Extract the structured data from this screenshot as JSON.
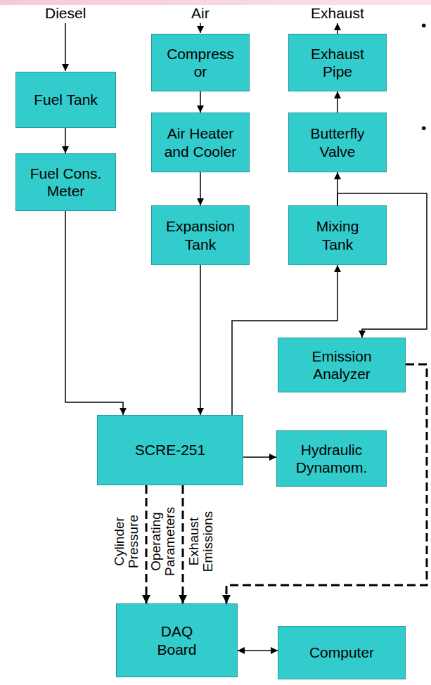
{
  "diagram": {
    "nodes": [
      {
        "text": [
          "Fuel Tank"
        ]
      },
      {
        "text": [
          "Fuel Cons. Meter"
        ]
      },
      {
        "text": [
          "Compress or"
        ]
      },
      {
        "text": [
          "Air Heater and Cooler"
        ]
      },
      {
        "text": [
          "Expansion Tank"
        ]
      },
      {
        "text": [
          "Exhaust Pipe"
        ]
      },
      {
        "text": [
          "Butterfly Valve"
        ]
      },
      {
        "text": [
          "Mixing Tank"
        ]
      },
      {
        "text": [
          "Emission Analyzer"
        ]
      },
      {
        "text": [
          "SCRE-251"
        ]
      },
      {
        "text": [
          "Hydraulic Dynamom."
        ]
      },
      {
        "text": [
          "DAQ Board"
        ]
      },
      {
        "text": [
          "Computer"
        ]
      }
    ],
    "edges": [
      {
        "from": 0,
        "to": 1,
        "arrow": "to"
      },
      {
        "from": 1,
        "to": 9,
        "arrow": "to"
      },
      {
        "from": 2,
        "to": 3,
        "arrow": "to"
      },
      {
        "from": 3,
        "to": 4,
        "arrow": "to"
      },
      {
        "from": 4,
        "to": 9,
        "arrow": "to"
      },
      {
        "from": 9,
        "to": 7,
        "arrow": "to"
      },
      {
        "from": 7,
        "to": 6,
        "arrow": "to"
      },
      {
        "from": 7,
        "to": 8,
        "arrow": "to"
      },
      {
        "from": 6,
        "to": 5,
        "arrow": "to"
      },
      {
        "from": 9,
        "to": 10,
        "arrow": "to"
      },
      {
        "from": 9,
        "to": 11,
        "label": "Cylinder Pressure",
        "arrow": "to"
      },
      {
        "from": 9,
        "to": 11,
        "label": "Operating Parameters",
        "arrow": "to"
      },
      {
        "from": 8,
        "to": 11,
        "label": "Exhaust Emissions",
        "arrow": "to"
      },
      {
        "from": 11,
        "to": 12,
        "arrow": "both"
      }
    ],
    "labels": [
      "Diesel",
      "Air",
      "Exhaust",
      "•",
      "•"
    ]
  }
}
